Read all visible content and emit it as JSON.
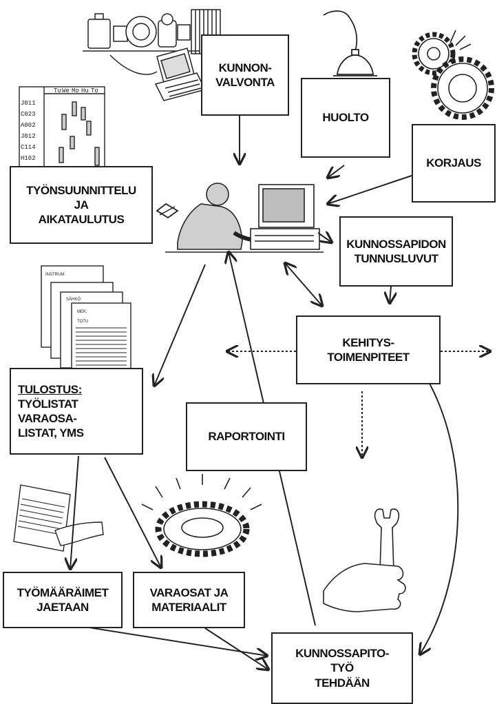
{
  "boxes": {
    "kunnonvalvonta": [
      "KUNNON-",
      "VALVONTA"
    ],
    "huolto": [
      "HUOLTO"
    ],
    "korjaus": [
      "KORJAUS"
    ],
    "tyonsuunnittelu": [
      "TYÖNSUUNNITTELU",
      "JA",
      "AIKATAULUTUS"
    ],
    "tunnusluvut": [
      "KUNNOSSAPIDON",
      "TUNNUSLUVUT"
    ],
    "kehitys": [
      "KEHITYS-",
      "TOIMENPITEET"
    ],
    "tulostus": [
      "TULOSTUS:",
      "TYÖLISTAT",
      "VARAOSA-",
      "LISTAT, YMS"
    ],
    "raportointi": [
      "RAPORTOINTI"
    ],
    "tyomaaraimet": [
      "TYÖMÄÄRÄIMET",
      "JAETAAN"
    ],
    "varaosat": [
      "VARAOSAT JA",
      "MATERIAALIT"
    ],
    "kunnossapitotyo": [
      "KUNNOSSAPITO-",
      "TYÖ",
      "TEHDÄÄN"
    ]
  },
  "schedule": {
    "days": [
      "Tu",
      "We",
      "Mo",
      "Hu",
      "To"
    ],
    "codes": [
      "J011",
      "C023",
      "A002",
      "J012",
      "C114",
      "H102"
    ]
  },
  "forms": [
    "INSTRUM.",
    "SÄHKÖ",
    "MEK.",
    "TOTU"
  ],
  "colors": {
    "ink": "#222222",
    "background": "#ffffff"
  }
}
